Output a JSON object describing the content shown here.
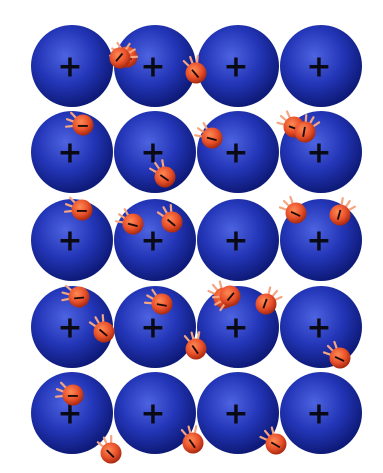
{
  "diagram": {
    "ion_sign": "+",
    "electron_sign": "−",
    "colors": {
      "ion_light": "#4d63e0",
      "ion_mid": "#2336b8",
      "ion_dark": "#0e1a78",
      "electron_light": "#ff8a55",
      "electron_mid": "#e8502a",
      "electron_dark": "#a82a10",
      "motion_trail": "#f4a582"
    },
    "ions": {
      "rows": 5,
      "columns": 4,
      "count": 20
    },
    "electrons": {
      "count": 25
    }
  }
}
